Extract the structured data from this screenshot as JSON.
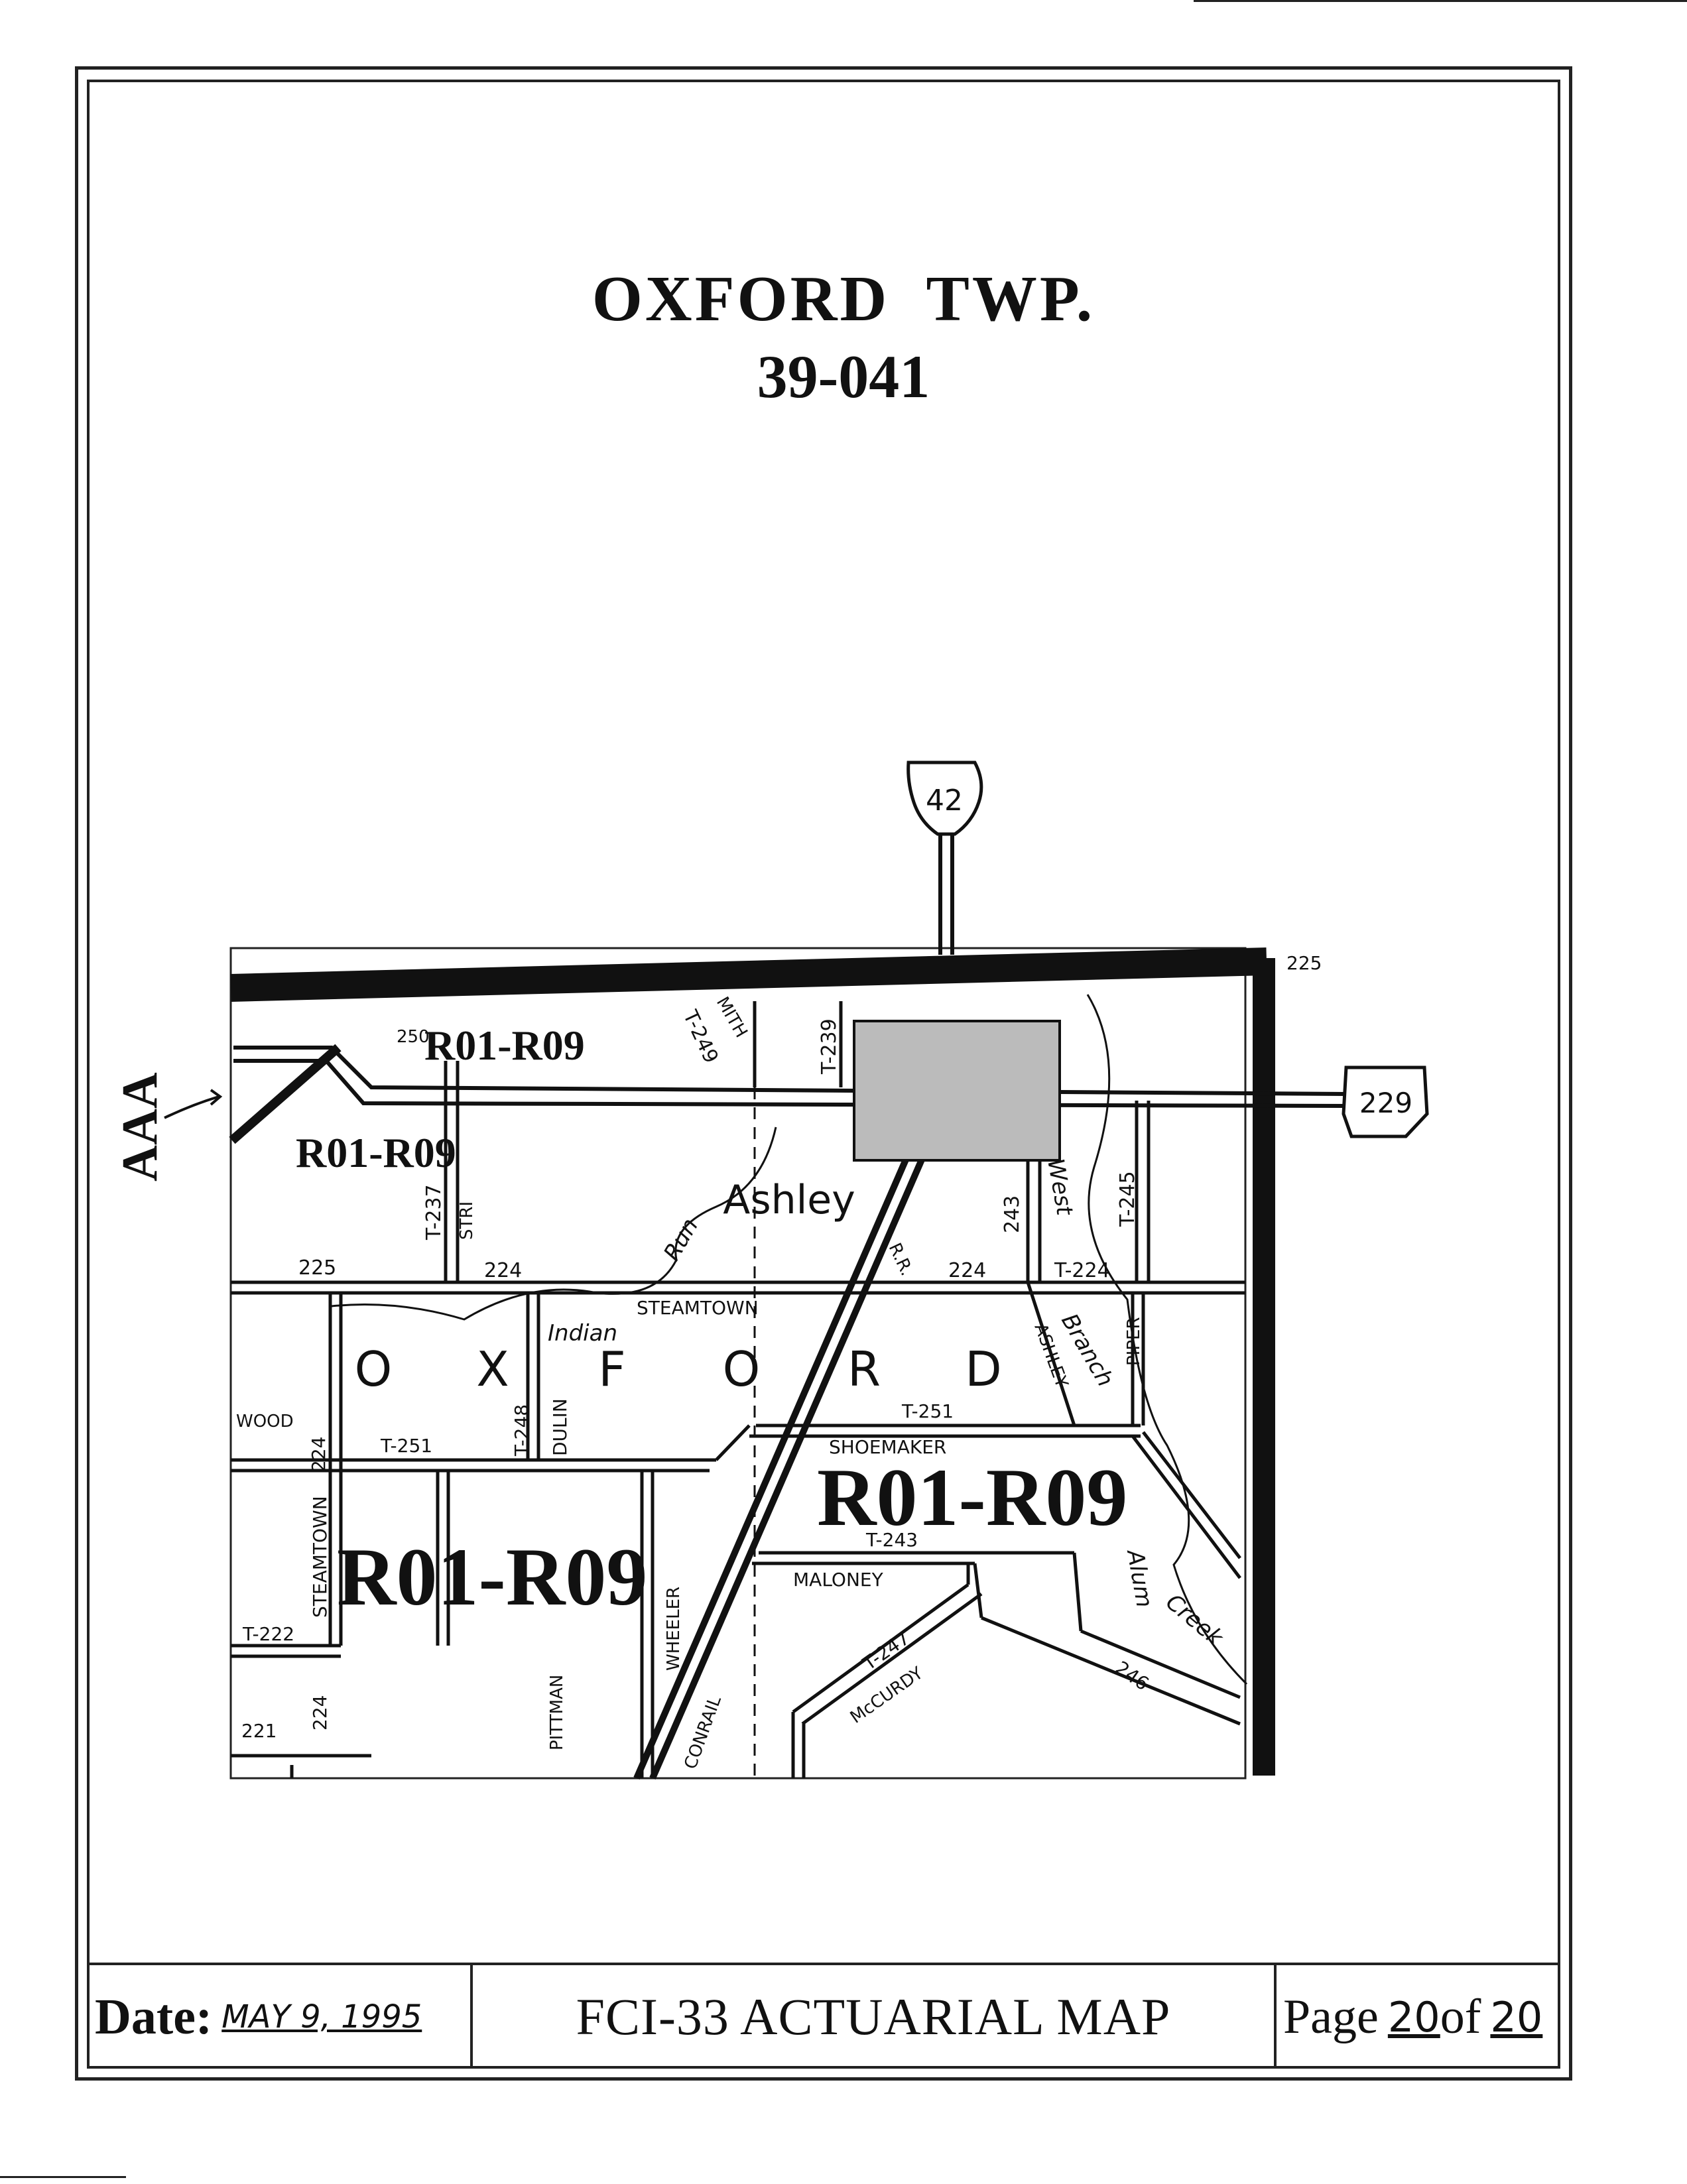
{
  "document": {
    "title": "OXFORD  TWP.",
    "code": "39-041"
  },
  "footer": {
    "date_label": "Date:",
    "date_value": "MAY 9, 1995",
    "doc_title": "FCI-33 ACTUARIAL MAP",
    "page_label": "Page",
    "page_num": "20",
    "page_of": "of",
    "page_total": "20"
  },
  "map": {
    "shield_us": "42",
    "shield_oh": "229",
    "place": "Ashley",
    "township": [
      "O",
      "X",
      "F",
      "O",
      "R",
      "D"
    ],
    "side_marks": "AAA",
    "zones": [
      "R01-R09",
      "R01-R09",
      "R01-R09",
      "R01-R09"
    ],
    "roads": [
      "225",
      "225",
      "224",
      "224",
      "T-224",
      "T-237",
      "T-239",
      "T-249",
      "T-245",
      "243",
      "STEAMTOWN",
      "STEAMTOWN",
      "SHOEMAKER",
      "MALONEY",
      "T-251",
      "T-251",
      "T-243",
      "T-248",
      "DULIN",
      "WOOD",
      "224",
      "224",
      "T-222",
      "221",
      "T-247",
      "McCURDY",
      "PITTMAN",
      "WHEELER",
      "CONRAIL",
      "ASHLEY",
      "PIPER",
      "246",
      "250",
      "STRI",
      "MITH",
      "R.R."
    ],
    "water": [
      "Indian",
      "Run",
      "West",
      "Branch",
      "Alum",
      "Creek"
    ]
  }
}
